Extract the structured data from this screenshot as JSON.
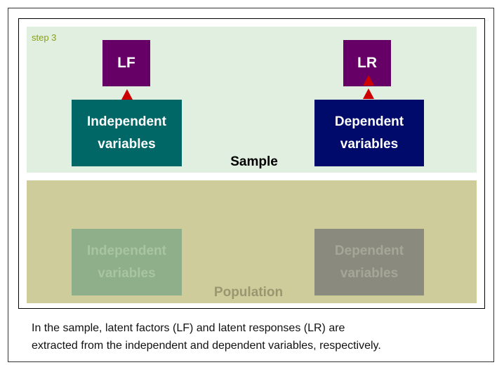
{
  "step_label": "step 3",
  "sample": {
    "lf_label": "LF",
    "lr_label": "LR",
    "independent_label": "Independent\nvariables",
    "dependent_label": "Dependent\nvariables",
    "caption": "Sample"
  },
  "population": {
    "independent_label": "Independent\nvariables",
    "dependent_label": "Dependent\nvariables",
    "caption": "Population"
  },
  "caption": {
    "line1": "In the sample, latent factors (LF) and latent responses (LR) are",
    "line2": "extracted from the independent and dependent variables, respectively."
  },
  "colors": {
    "sample_bg": "#e1efe1",
    "population_bg": "#cfcc9b",
    "latent_box": "#660066",
    "independent_box": "#006666",
    "dependent_box": "#000a6b",
    "arrow": "#cc0000"
  }
}
